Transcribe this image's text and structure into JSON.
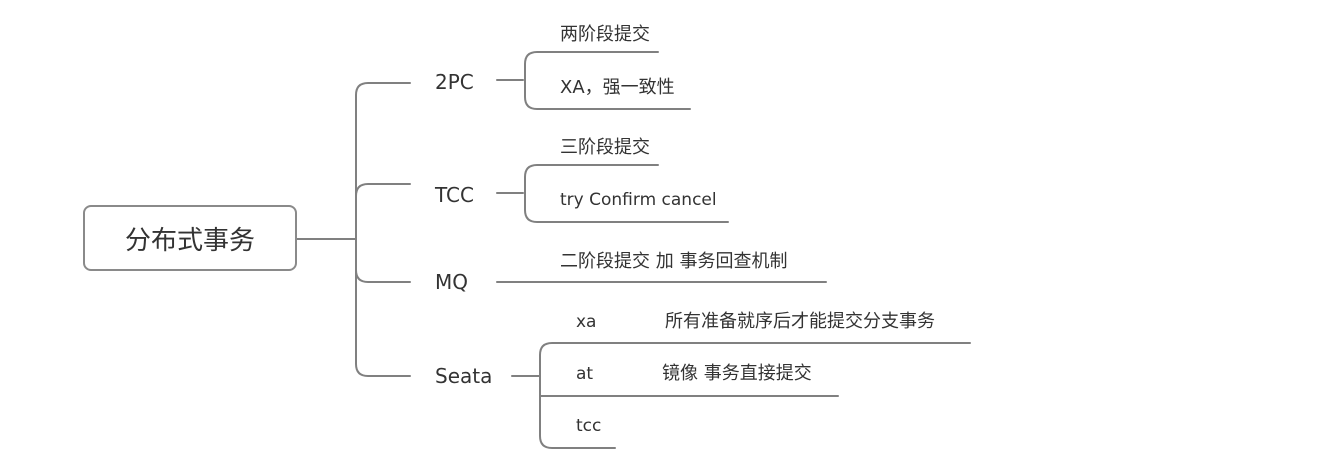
{
  "root": {
    "label": "分布式事务"
  },
  "branches": [
    {
      "label": "2PC",
      "children": [
        {
          "label": "两阶段提交"
        },
        {
          "label": "XA，强一致性"
        }
      ]
    },
    {
      "label": "TCC",
      "children": [
        {
          "label": "三阶段提交"
        },
        {
          "label": "try  Confirm cancel"
        }
      ]
    },
    {
      "label": "MQ",
      "children": [
        {
          "label": "二阶段提交   加 事务回查机制"
        }
      ]
    },
    {
      "label": "Seata",
      "children": [
        {
          "label": "xa",
          "note": "所有准备就序后才能提交分支事务"
        },
        {
          "label": "at",
          "note": "镜像  事务直接提交"
        },
        {
          "label": "tcc"
        }
      ]
    }
  ],
  "colors": {
    "line": "#808080",
    "text": "#333333",
    "border": "#8a8a8a"
  }
}
